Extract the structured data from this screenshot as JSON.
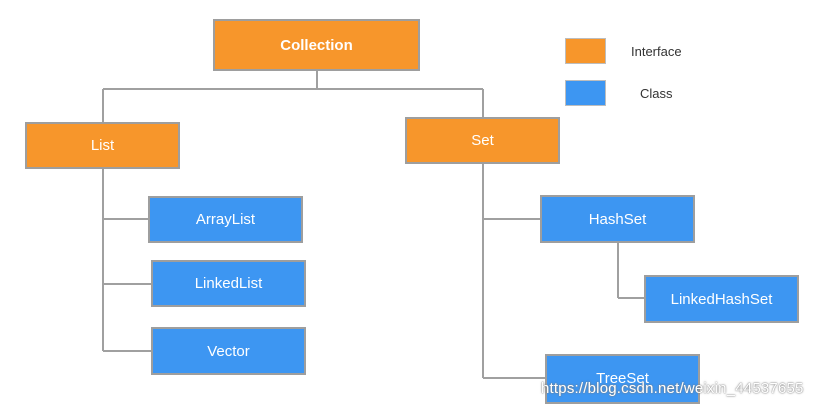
{
  "colors": {
    "interface": "#f7962b",
    "class": "#3d96f2",
    "connector": "#a0a0a0"
  },
  "legend": {
    "interface_label": "Interface",
    "class_label": "Class"
  },
  "nodes": {
    "collection": "Collection",
    "list": "List",
    "set": "Set",
    "arraylist": "ArrayList",
    "linkedlist": "LinkedList",
    "vector": "Vector",
    "hashset": "HashSet",
    "linkedhashset": "LinkedHashSet",
    "treeset": "TreeSet"
  },
  "watermark": "https://blog.csdn.net/weixin_44537655"
}
